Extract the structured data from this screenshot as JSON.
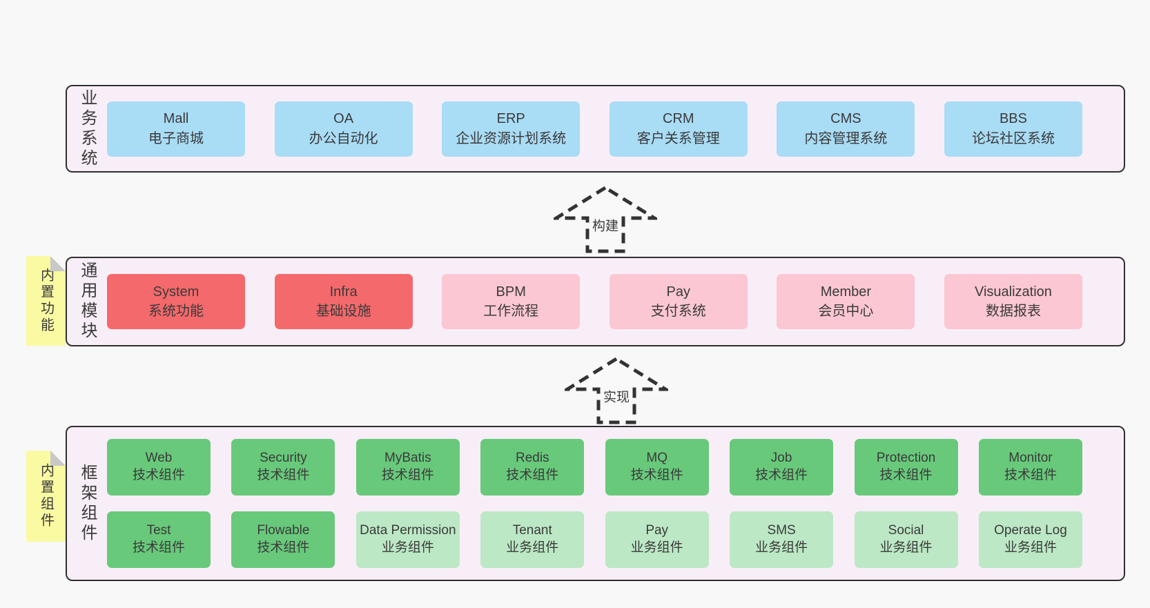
{
  "colors": {
    "page_bg": "#f8f8f8",
    "panel_bg": "#f8eef7",
    "panel_border": "#2f2f2f",
    "text": "#3a3a3a",
    "blue": "#a9dcf5",
    "red": "#f4696b",
    "pink": "#fbc7d2",
    "green": "#68c97b",
    "light_green": "#bce8c5",
    "yellow": "#fafaa3",
    "fold_gray": "#c8c8c8"
  },
  "business_row": {
    "label": "业务系统",
    "boxes": [
      {
        "title": "Mall",
        "subtitle": "电子商城"
      },
      {
        "title": "OA",
        "subtitle": "办公自动化"
      },
      {
        "title": "ERP",
        "subtitle": "企业资源计划系统"
      },
      {
        "title": "CRM",
        "subtitle": "客户关系管理"
      },
      {
        "title": "CMS",
        "subtitle": "内容管理系统"
      },
      {
        "title": "BBS",
        "subtitle": "论坛社区系统"
      }
    ]
  },
  "arrow_build": {
    "label": "构建"
  },
  "module_row": {
    "label": "通用模块",
    "sticky": "内置功能",
    "boxes": [
      {
        "title": "System",
        "subtitle": "系统功能"
      },
      {
        "title": "Infra",
        "subtitle": "基础设施"
      },
      {
        "title": "BPM",
        "subtitle": "工作流程"
      },
      {
        "title": "Pay",
        "subtitle": "支付系统"
      },
      {
        "title": "Member",
        "subtitle": "会员中心"
      },
      {
        "title": "Visualization",
        "subtitle": "数据报表"
      }
    ]
  },
  "arrow_implement": {
    "label": "实现"
  },
  "component_row": {
    "label": "框架组件",
    "sticky": "内置组件",
    "row1": [
      {
        "title": "Web",
        "subtitle": "技术组件"
      },
      {
        "title": "Security",
        "subtitle": "技术组件"
      },
      {
        "title": "MyBatis",
        "subtitle": "技术组件"
      },
      {
        "title": "Redis",
        "subtitle": "技术组件"
      },
      {
        "title": "MQ",
        "subtitle": "技术组件"
      },
      {
        "title": "Job",
        "subtitle": "技术组件"
      },
      {
        "title": "Protection",
        "subtitle": "技术组件"
      },
      {
        "title": "Monitor",
        "subtitle": "技术组件"
      }
    ],
    "row2": [
      {
        "title": "Test",
        "subtitle": "技术组件"
      },
      {
        "title": "Flowable",
        "subtitle": "技术组件"
      },
      {
        "title": "Data Permission",
        "subtitle": "业务组件"
      },
      {
        "title": "Tenant",
        "subtitle": "业务组件"
      },
      {
        "title": "Pay",
        "subtitle": "业务组件"
      },
      {
        "title": "SMS",
        "subtitle": "业务组件"
      },
      {
        "title": "Social",
        "subtitle": "业务组件"
      },
      {
        "title": "Operate Log",
        "subtitle": "业务组件"
      }
    ]
  }
}
